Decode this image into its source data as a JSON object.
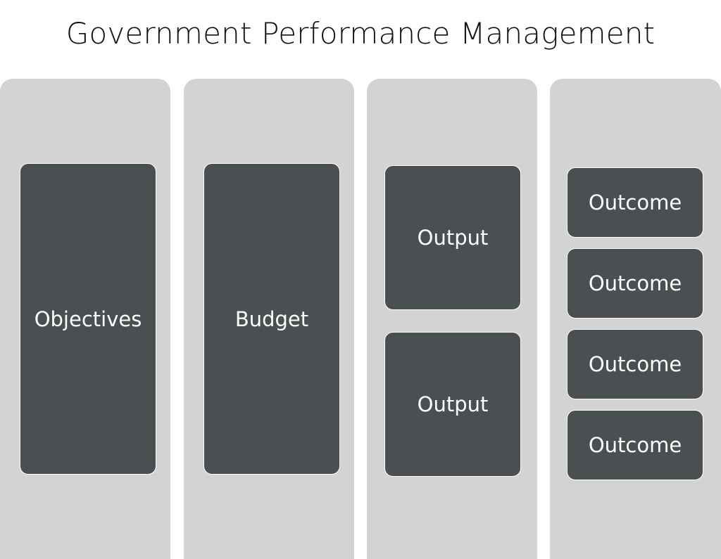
{
  "title": "Government Performance Management",
  "columns": [
    {
      "boxes": [
        "Objectives"
      ]
    },
    {
      "boxes": [
        "Budget"
      ]
    },
    {
      "boxes": [
        "Output",
        "Output"
      ]
    },
    {
      "boxes": [
        "Outcome",
        "Outcome",
        "Outcome",
        "Outcome"
      ]
    }
  ],
  "colors": {
    "column_bg": "#d3d3d3",
    "box_bg": "#4a4f52",
    "box_text": "#ffffff",
    "title_text": "#111111"
  }
}
